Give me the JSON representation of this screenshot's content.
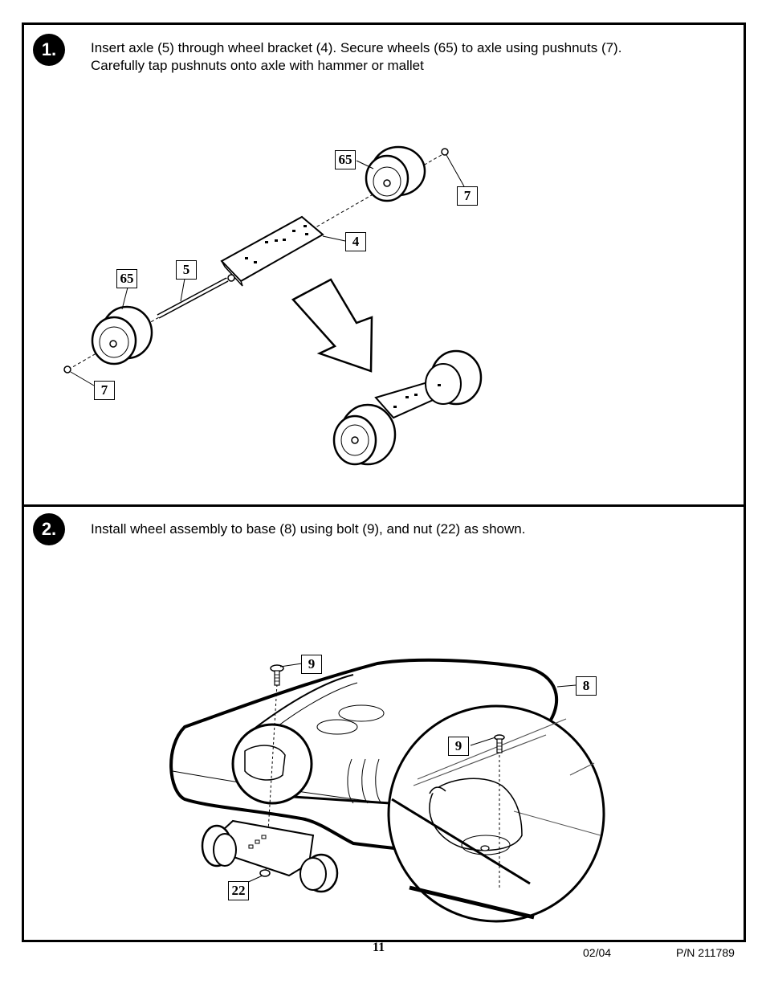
{
  "steps": [
    {
      "number": "1.",
      "instruction": "Insert axle (5) through wheel bracket (4). Secure wheels (65) to axle using pushnuts (7). Carefully tap pushnuts onto axle with hammer or mallet",
      "callouts": [
        "65",
        "7",
        "4",
        "5",
        "65",
        "7"
      ]
    },
    {
      "number": "2.",
      "instruction": "Install wheel assembly to base (8) using bolt (9), and nut (22) as shown.",
      "callouts": [
        "9",
        "8",
        "9",
        "22"
      ]
    }
  ],
  "footer": {
    "page_number": "11",
    "date": "02/04",
    "part_number": "P/N 211789"
  }
}
